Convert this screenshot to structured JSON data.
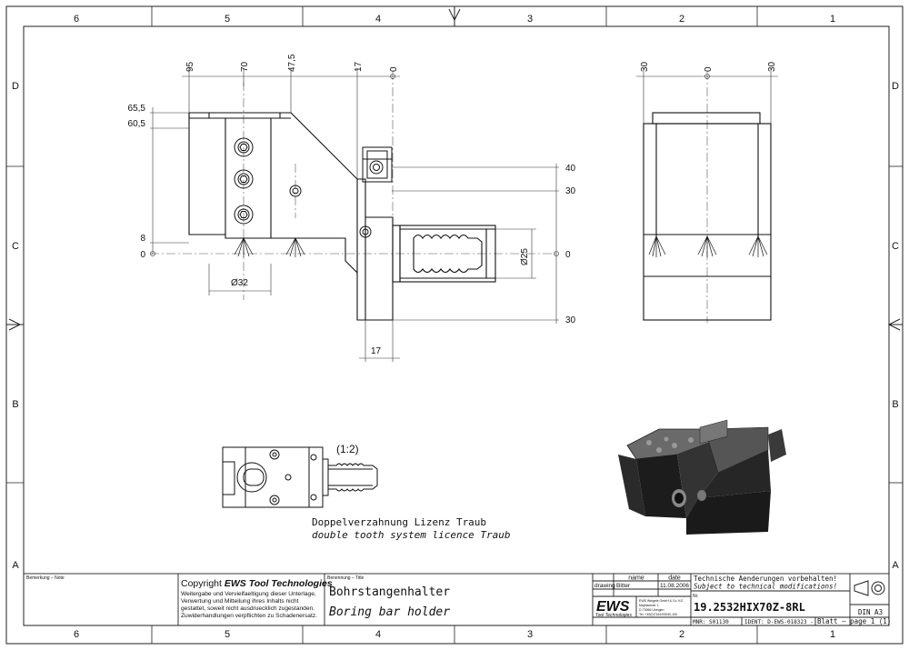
{
  "frame": {
    "columns_top": [
      "6",
      "5",
      "4",
      "3",
      "2",
      "1"
    ],
    "columns_bottom": [
      "6",
      "5",
      "4",
      "3",
      "2",
      "1"
    ],
    "rows_left": [
      "D",
      "C",
      "B",
      "A"
    ],
    "rows_right": [
      "D",
      "C",
      "B",
      "A"
    ]
  },
  "front_view": {
    "top_dims": [
      "95",
      "70",
      "47,5",
      "17",
      "0"
    ],
    "left_dims": [
      "65,5",
      "60,5",
      "8",
      "0"
    ],
    "right_dims": [
      "40",
      "30",
      "0",
      "30"
    ],
    "bottom_dims": [
      "17"
    ],
    "diameters": [
      "Ø32",
      "Ø25"
    ]
  },
  "side_view": {
    "top_dims": [
      "30",
      "0",
      "30"
    ]
  },
  "detail": {
    "scale_label": "(1:2)",
    "caption_de": "Doppelverzahnung Lizenz Traub",
    "caption_en": "double tooth system licence Traub"
  },
  "title_block": {
    "remark_label": "Bemerkung – Note",
    "copyright_prefix": "Copyright ",
    "copyright_brand": "EWS Tool Technologies",
    "copyright_lines": [
      "Weitergabe und Vervielfaeltigung dieser Unterlage,",
      "Verwertung und Mitteilung ihres Inhalts nicht",
      "gestattet, soweit nicht ausdruecklich zugestanden.",
      "Zuwiderhandlungen verpflichten zu Schadenersatz."
    ],
    "title_label": "Benennung – Title",
    "title_de": "Bohrstangenhalter",
    "title_en": "Boring bar holder",
    "col_name": "name",
    "col_date": "date",
    "row_label": "drawing",
    "drawn_by": "Bitter",
    "drawn_date": "11.08.2006",
    "logo": "EWS",
    "logo_sub": "Tool Technologies",
    "company_lines": [
      "EWS Weigele GmbH & Co. KG",
      "Maybachstr. 1",
      "D-73066 Uhingen",
      "Tel. +49(0)7161/93040-100"
    ],
    "note_de": "Technische Aenderungen vorbehalten!",
    "note_en": "Subject to technical modifications!",
    "nr_label": "Nr.",
    "part_number": "19.2532HIX70Z-8RL",
    "mnr": "MNR: S01130",
    "ident": "IDENT: D-EWS-018323 -",
    "sheet": "Blatt – page  1 (1)",
    "format": "DIN A3"
  }
}
